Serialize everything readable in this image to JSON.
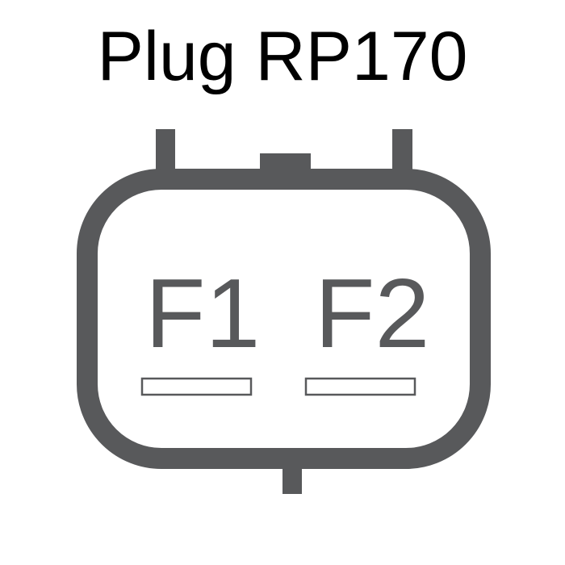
{
  "title": "Plug RP170",
  "terminals": [
    {
      "label": "F1"
    },
    {
      "label": "F2"
    }
  ],
  "colors": {
    "connector": "#58595b",
    "background": "#ffffff",
    "title": "#000000"
  }
}
